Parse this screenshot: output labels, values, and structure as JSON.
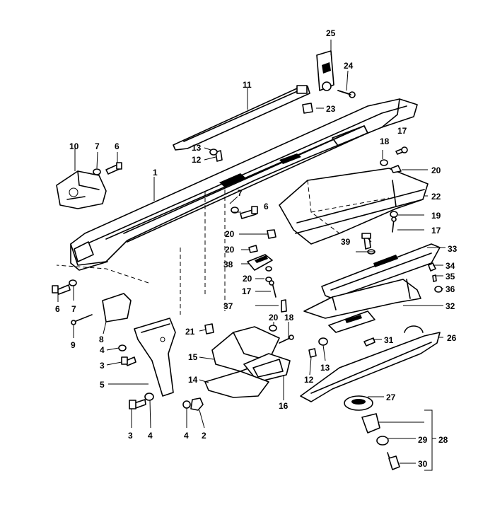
{
  "diagram": {
    "callouts": [
      "1",
      "2",
      "3",
      "3",
      "4",
      "4",
      "4",
      "5",
      "6",
      "6",
      "6",
      "7",
      "7",
      "7",
      "8",
      "9",
      "10",
      "11",
      "12",
      "12",
      "13",
      "13",
      "14",
      "15",
      "16",
      "17",
      "17",
      "17",
      "18",
      "18",
      "19",
      "20",
      "20",
      "20",
      "20",
      "20",
      "21",
      "22",
      "23",
      "24",
      "25",
      "26",
      "27",
      "28",
      "29",
      "30",
      "31",
      "32",
      "33",
      "34",
      "35",
      "36",
      "37",
      "38",
      "39"
    ]
  }
}
